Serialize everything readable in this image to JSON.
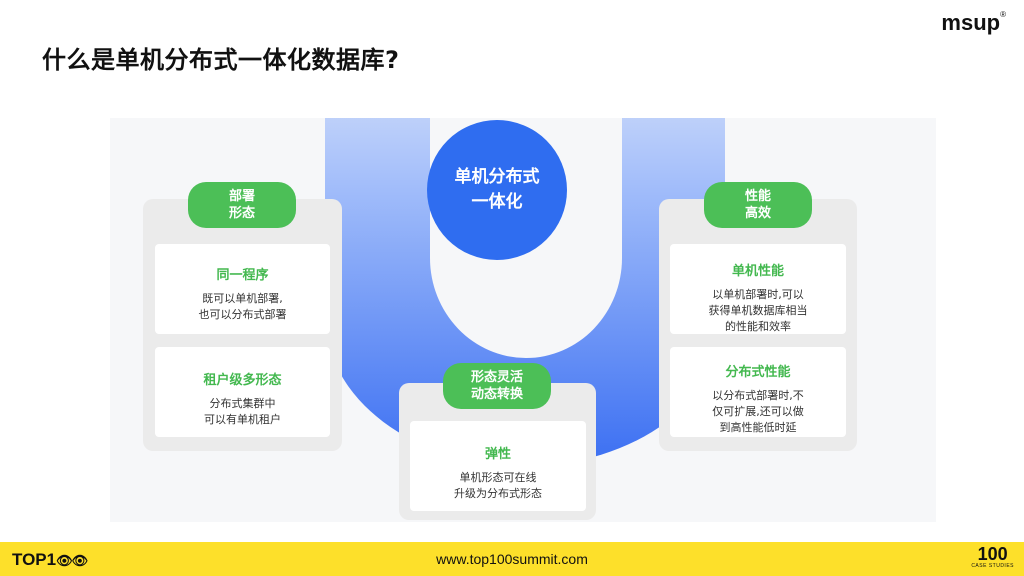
{
  "title": "什么是单机分布式一体化数据库?",
  "brand": {
    "logo": "msup",
    "mark": "®"
  },
  "center": {
    "line1": "单机分布式",
    "line2": "一体化"
  },
  "left": {
    "pill": {
      "line1": "部署",
      "line2": "形态"
    },
    "cards": [
      {
        "title": "同一程序",
        "desc": "既可以单机部署,\n也可以分布式部署"
      },
      {
        "title": "租户级多形态",
        "desc": "分布式集群中\n可以有单机租户"
      }
    ]
  },
  "middle": {
    "pill": {
      "line1": "形态灵活",
      "line2": "动态转换"
    },
    "card": {
      "title": "弹性",
      "desc": "单机形态可在线\n升级为分布式形态"
    }
  },
  "right": {
    "pill": {
      "line1": "性能",
      "line2": "高效"
    },
    "cards": [
      {
        "title": "单机性能",
        "desc": "以单机部署时,可以\n获得单机数据库相当\n的性能和效率"
      },
      {
        "title": "分布式性能",
        "desc": "以分布式部署时,不\n仅可扩展,还可以做\n到高性能低时延"
      }
    ]
  },
  "footer": {
    "left_logo": "TOP1",
    "left_logo_eyes": "👁👁",
    "url": "www.top100summit.com",
    "right_logo_number": "100",
    "right_logo_sub": "CASE STUDIES"
  },
  "colors": {
    "accent_green": "#4cbf57",
    "accent_blue": "#2f6df0",
    "footer_yellow": "#fde02a"
  }
}
